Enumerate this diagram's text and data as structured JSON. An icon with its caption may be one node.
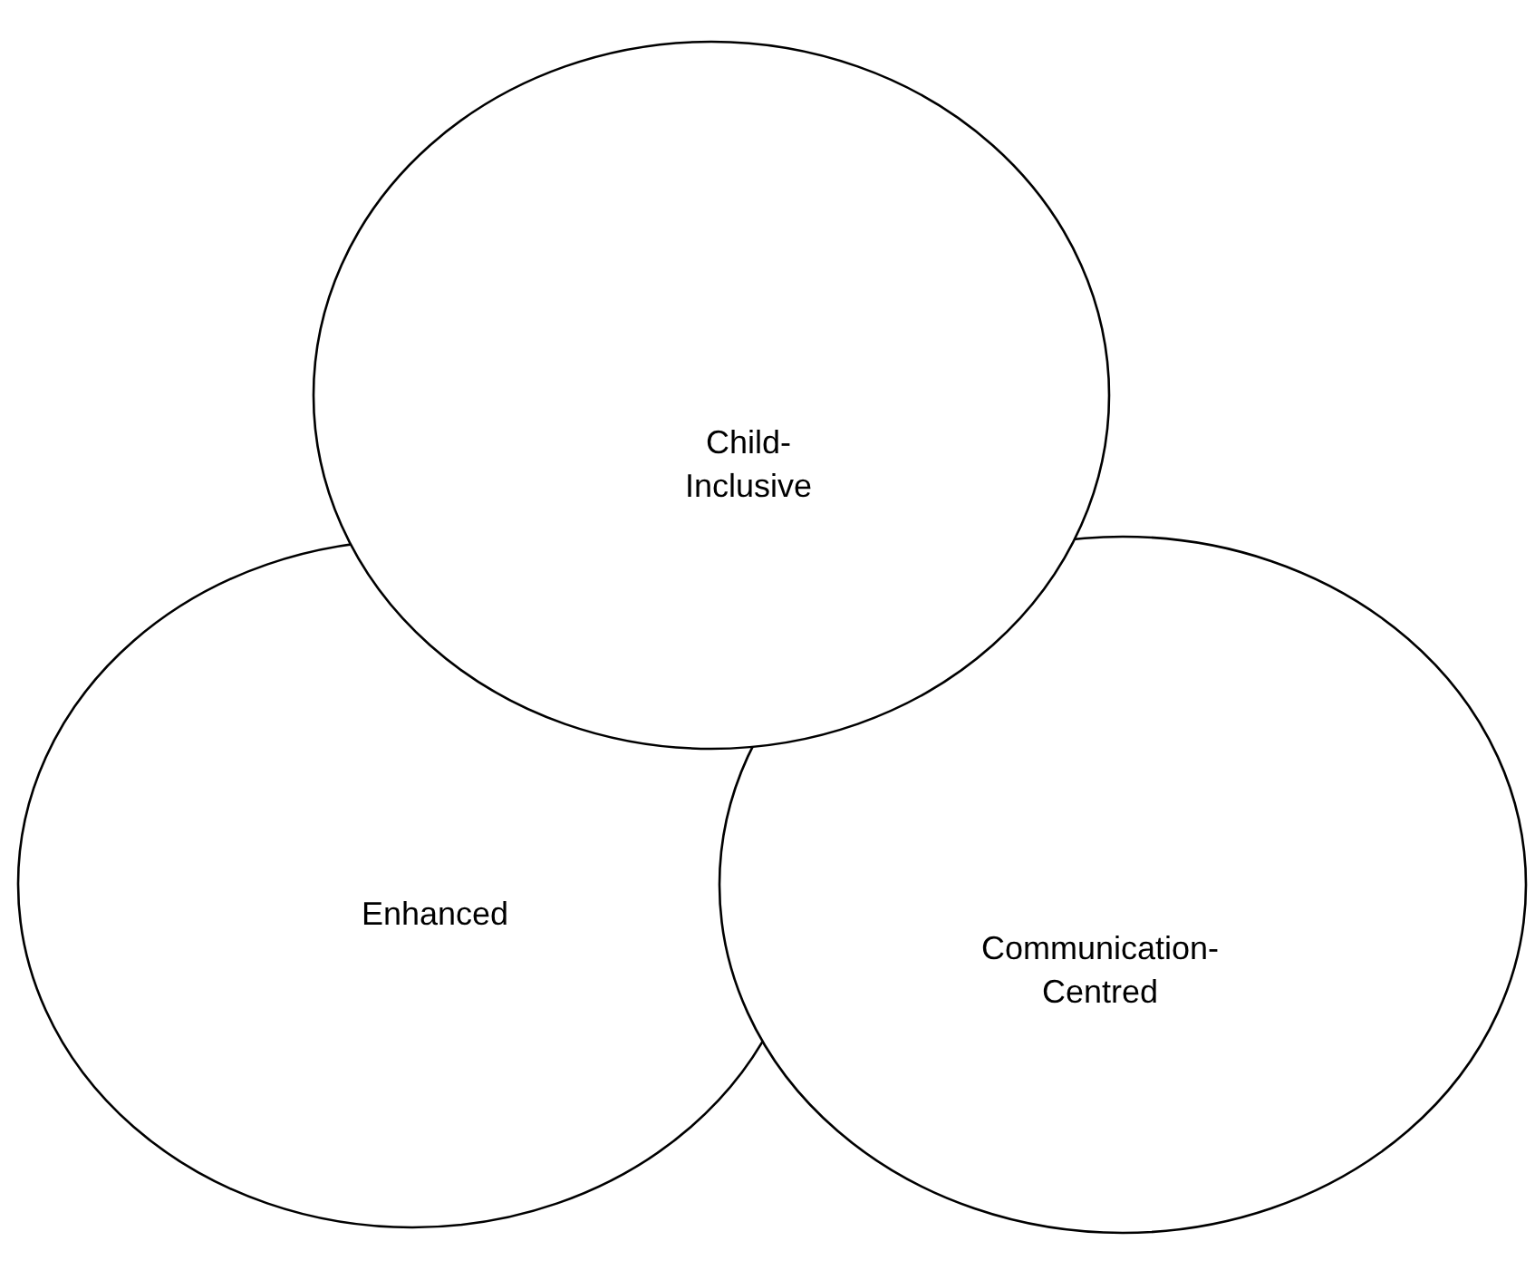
{
  "diagram": {
    "nodes": [
      {
        "text": [
          "Child-Inclusive"
        ]
      },
      {
        "text": [
          "Enhanced"
        ]
      },
      {
        "text": [
          "Communication-Centred"
        ]
      }
    ]
  }
}
